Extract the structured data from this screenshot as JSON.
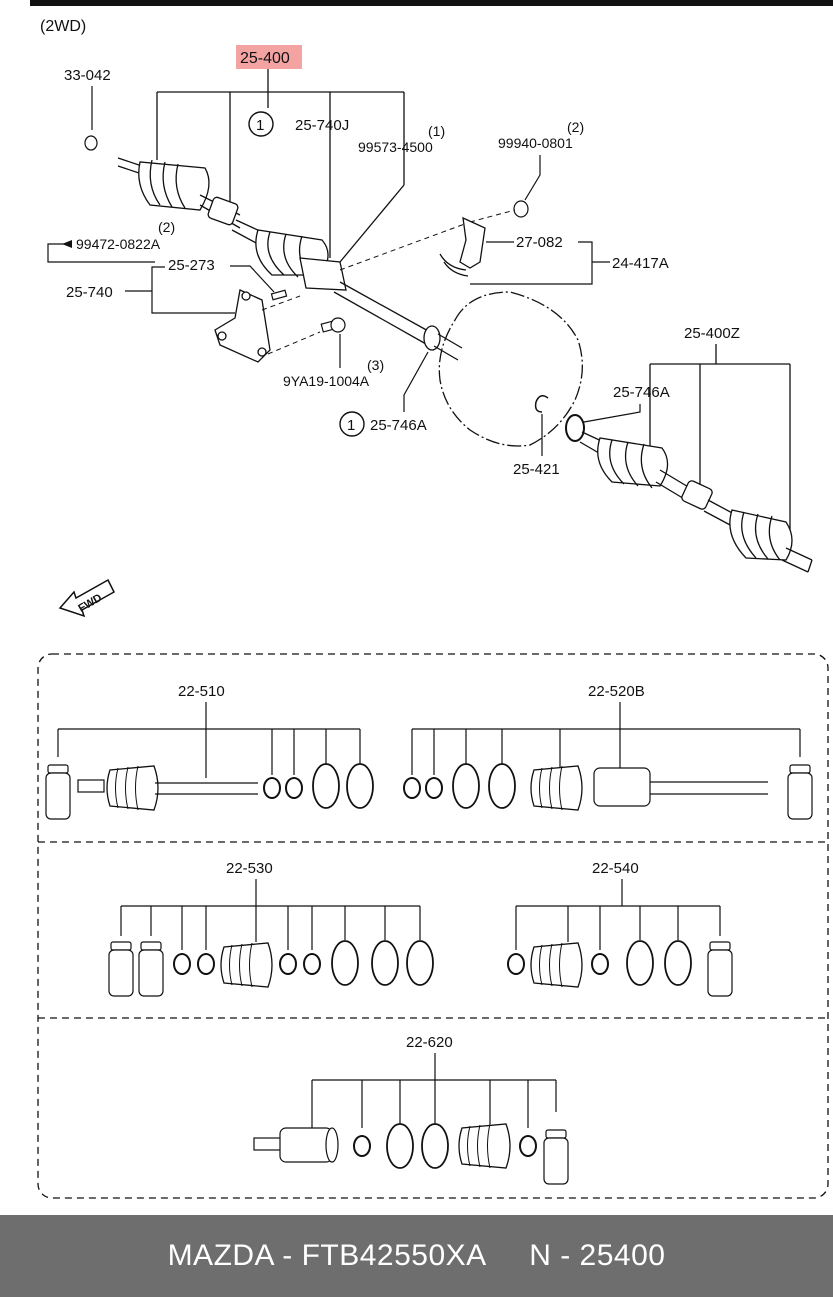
{
  "header": {
    "drive_label": "(2WD)"
  },
  "callouts": {
    "highlighted": "25-400",
    "c33_042": "33-042",
    "c25_740J": "25-740J",
    "ref1_top": "1",
    "n1_a": "(1)",
    "c99573": "99573-4500",
    "n2_a": "(2)",
    "c99940": "99940-0801",
    "n2_b": "(2)",
    "c99472": "99472-0822A",
    "c27_082": "27-082",
    "c24_417A": "24-417A",
    "c25_273": "25-273",
    "c25_740": "25-740",
    "n3": "(3)",
    "c9YA19": "9YA19-1004A",
    "ref1_bottom": "1",
    "c25_746A_left": "25-746A",
    "c25_421": "25-421",
    "c25_400Z": "25-400Z",
    "c25_746A_right": "25-746A",
    "fwd": "FWD"
  },
  "kits": {
    "k22_510": "22-510",
    "k22_520B": "22-520B",
    "k22_530": "22-530",
    "k22_540": "22-540",
    "k22_620": "22-620"
  },
  "colors": {
    "highlight": "#f4a3a3",
    "ink": "#111111",
    "footer": "#6e6e6e"
  },
  "footer": {
    "text": "MAZDA - FTB42550XA     N - 25400"
  }
}
